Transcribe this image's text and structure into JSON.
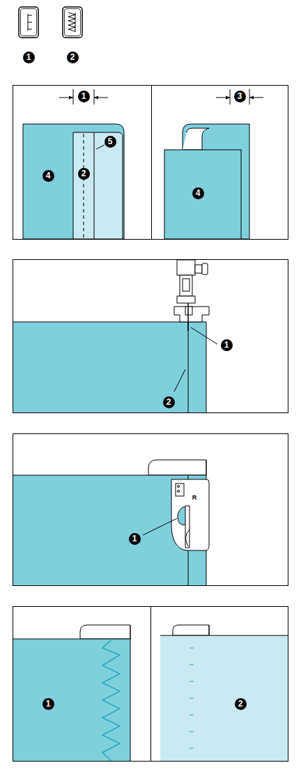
{
  "diagram": {
    "labels": [
      "1",
      "2",
      "1",
      "2",
      "5",
      "4",
      "3",
      "4",
      "1",
      "2",
      "1",
      "R",
      "1",
      "2"
    ]
  }
}
